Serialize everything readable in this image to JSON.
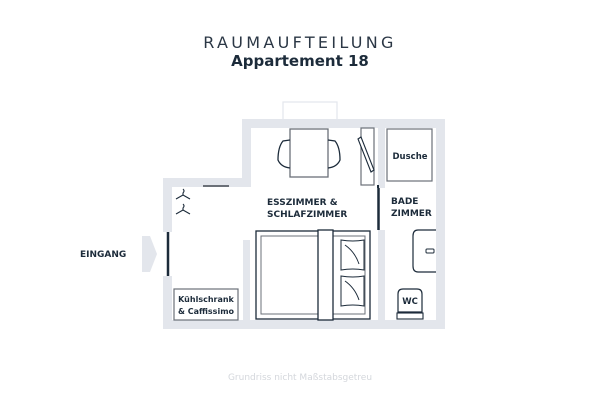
{
  "header": {
    "title": "RAUMAUFTEILUNG",
    "subtitle": "Appartement 18"
  },
  "rooms": {
    "entrance": "EINGANG",
    "main_room_line1": "ESSZIMMER &",
    "main_room_line2": "SCHLAFZIMMER",
    "bathroom_line1": "BADE",
    "bathroom_line2": "ZIMMER",
    "shower": "Dusche",
    "wc": "WC",
    "kitchen_line1": "Kühlschrank",
    "kitchen_line2": "& Caffissimo"
  },
  "footer": {
    "note": "Grundriss nicht Maßstabsgetreu"
  },
  "colors": {
    "wall": "#e3e6ec",
    "line": "#1c2b3a",
    "furniture": "#6b7078",
    "footer_text": "#d4d7dc"
  }
}
